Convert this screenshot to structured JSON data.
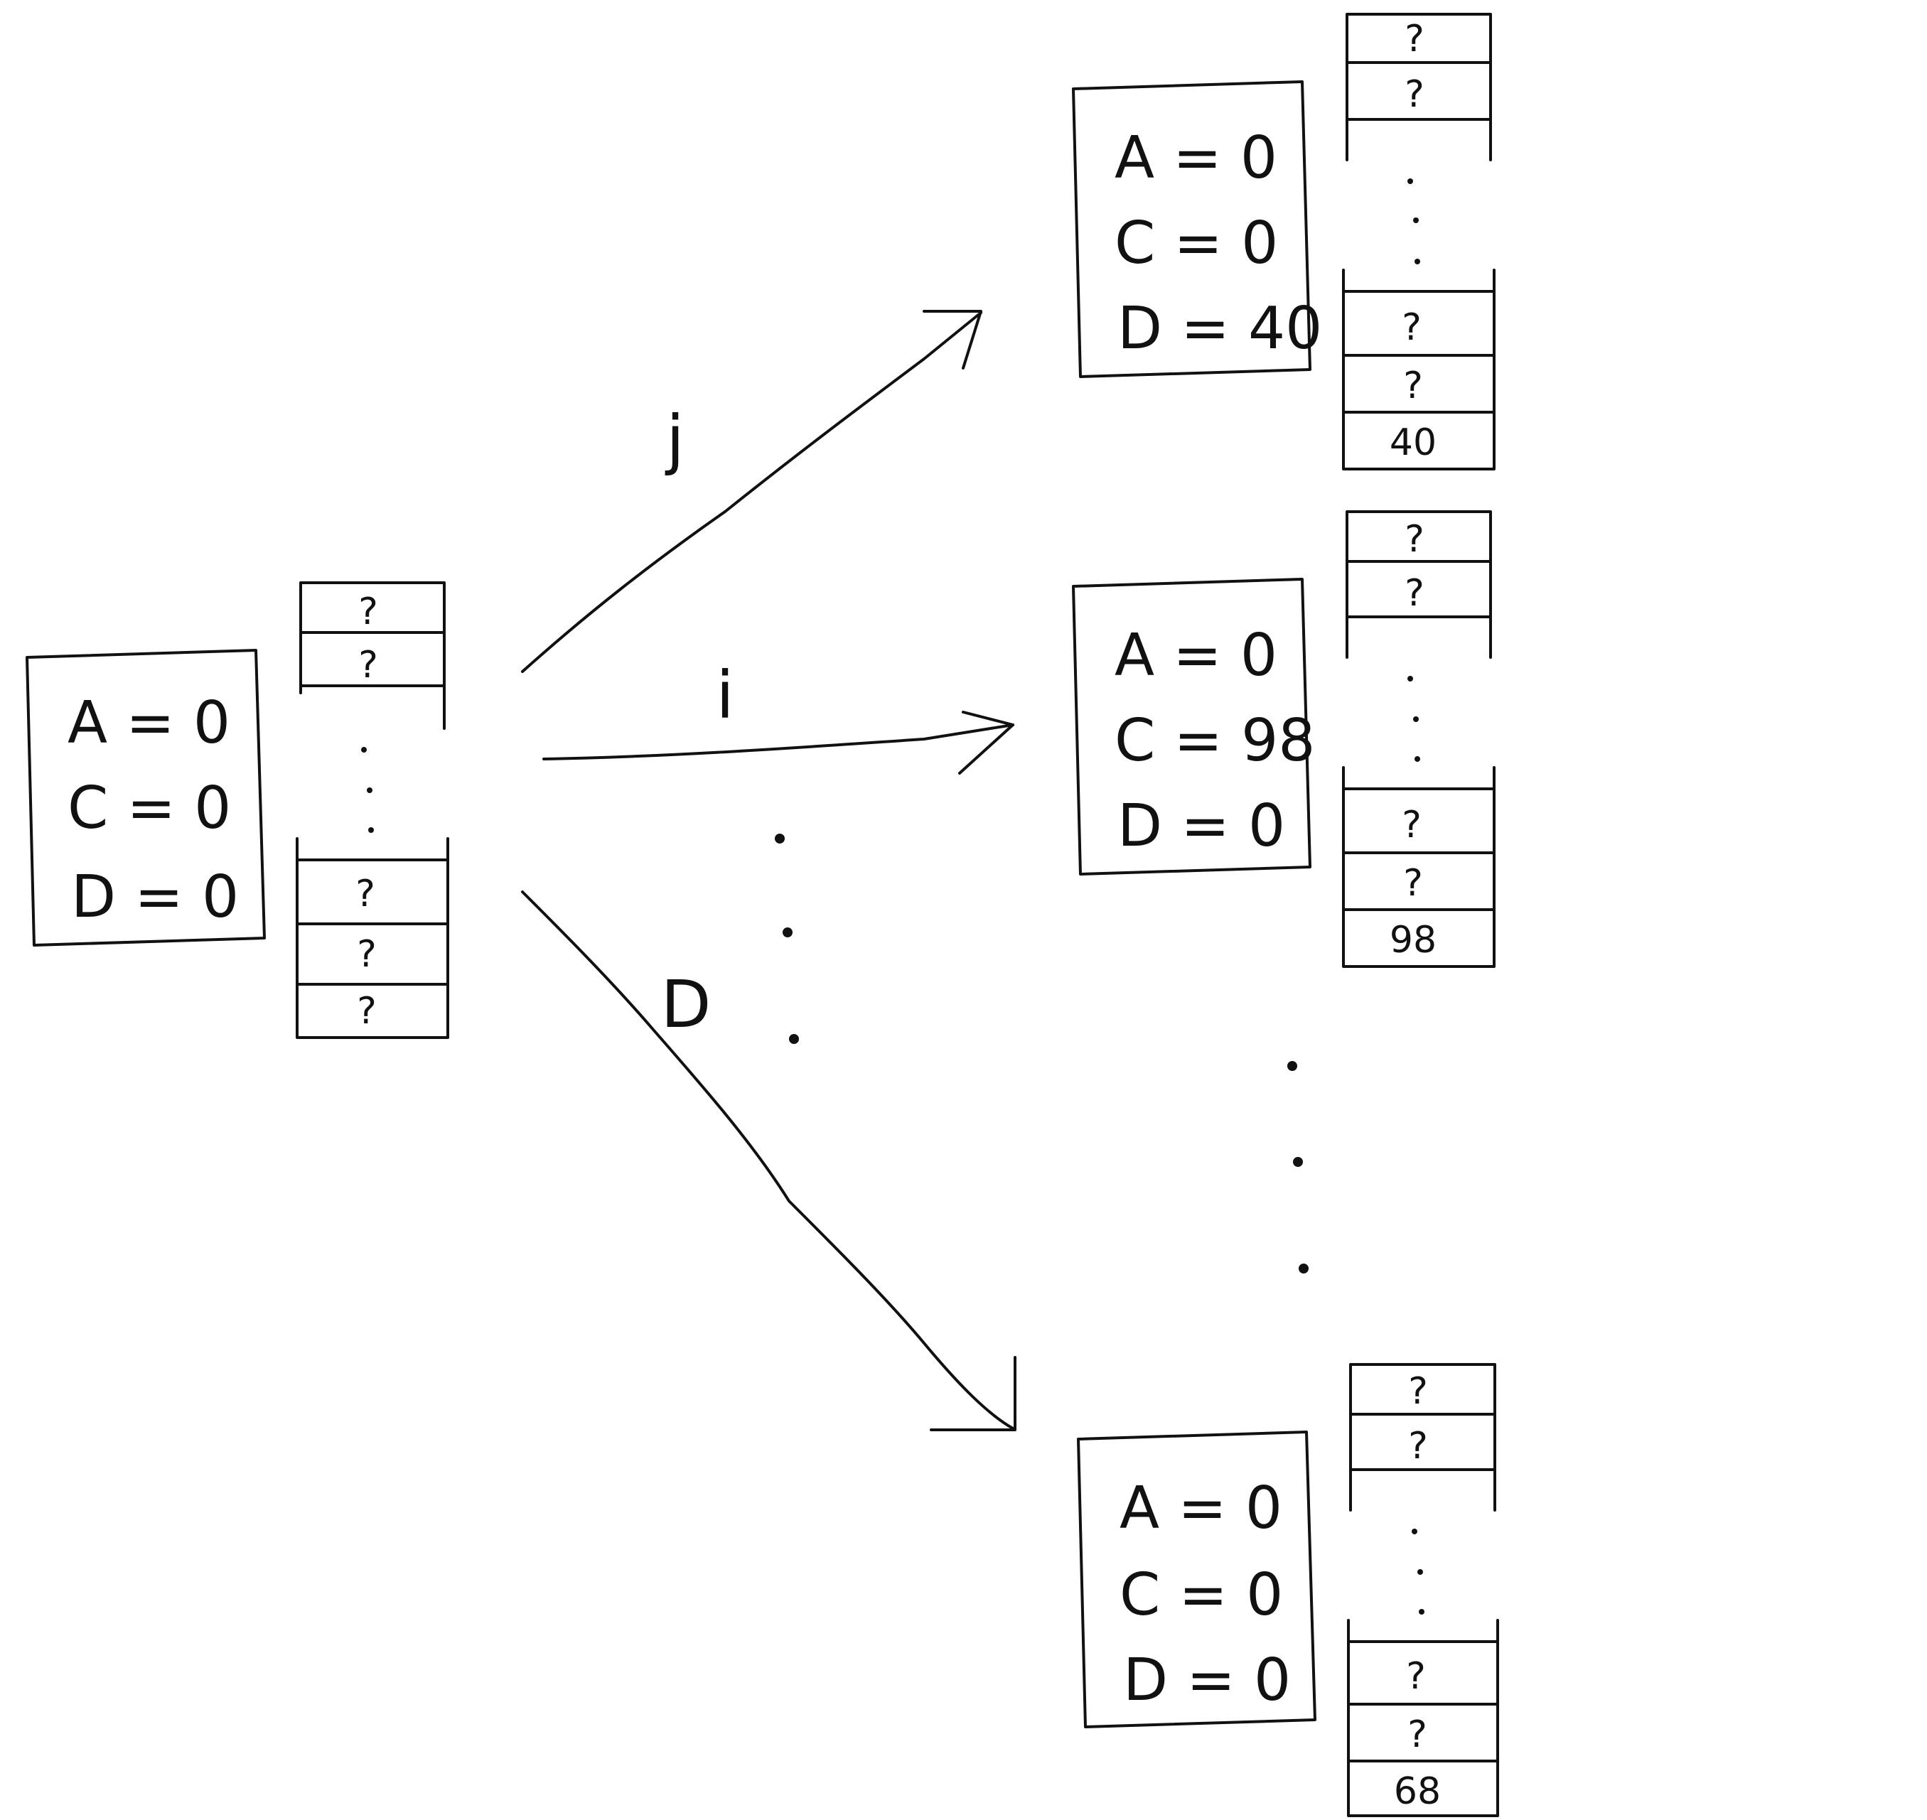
{
  "initial_state": {
    "registers": [
      "A = 0",
      "C = 0",
      "D = 0"
    ],
    "stack_top": [
      "?",
      "?"
    ],
    "stack_bottom": [
      "?",
      "?",
      "?"
    ]
  },
  "transitions": [
    {
      "input": "j",
      "result": {
        "registers": [
          "A = 0",
          "C = 0",
          "D = 40"
        ],
        "stack_top": [
          "?",
          "?"
        ],
        "stack_bottom": [
          "?",
          "?",
          "40"
        ]
      }
    },
    {
      "input": "i",
      "result": {
        "registers": [
          "A = 0",
          "C = 98",
          "D = 0"
        ],
        "stack_top": [
          "?",
          "?"
        ],
        "stack_bottom": [
          "?",
          "?",
          "98"
        ]
      }
    },
    {
      "input": "D",
      "result": {
        "registers": [
          "A = 0",
          "C = 0",
          "D = 0"
        ],
        "stack_top": [
          "?",
          "?"
        ],
        "stack_bottom": [
          "?",
          "?",
          "68"
        ]
      }
    }
  ]
}
